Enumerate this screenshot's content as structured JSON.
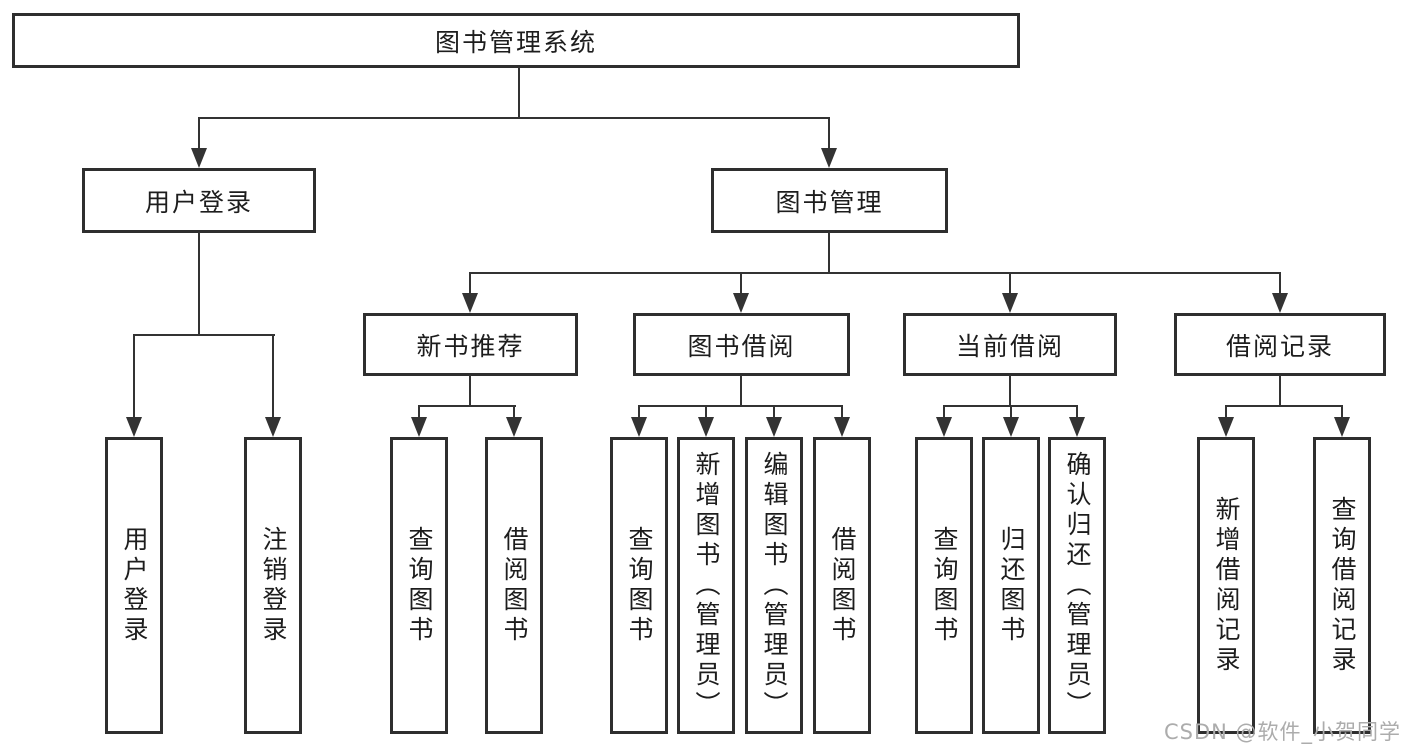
{
  "diagram": {
    "tree": {
      "label": "图书管理系统",
      "children": [
        {
          "label": "用户登录",
          "children": [
            {
              "label": "用户登录"
            },
            {
              "label": "注销登录"
            }
          ]
        },
        {
          "label": "图书管理",
          "children": [
            {
              "label": "新书推荐",
              "children": [
                {
                  "label": "查询图书"
                },
                {
                  "label": "借阅图书"
                }
              ]
            },
            {
              "label": "图书借阅",
              "children": [
                {
                  "label": "查询图书"
                },
                {
                  "label": "新增图书（管理员）"
                },
                {
                  "label": "编辑图书（管理员）"
                },
                {
                  "label": "借阅图书"
                }
              ]
            },
            {
              "label": "当前借阅",
              "children": [
                {
                  "label": "查询图书"
                },
                {
                  "label": "归还图书"
                },
                {
                  "label": "确认归还（管理员）"
                }
              ]
            },
            {
              "label": "借阅记录",
              "children": [
                {
                  "label": "新增借阅记录"
                },
                {
                  "label": "查询借阅记录"
                }
              ]
            }
          ]
        }
      ]
    }
  },
  "watermark": {
    "text": "CSDN @软件_小贺同学"
  },
  "colors": {
    "background": "#ffffff",
    "box_border": "#2e2e2e",
    "box_fill": "#ffffff",
    "text": "#1d1d1d",
    "line": "#333333",
    "watermark": "#acacac"
  }
}
